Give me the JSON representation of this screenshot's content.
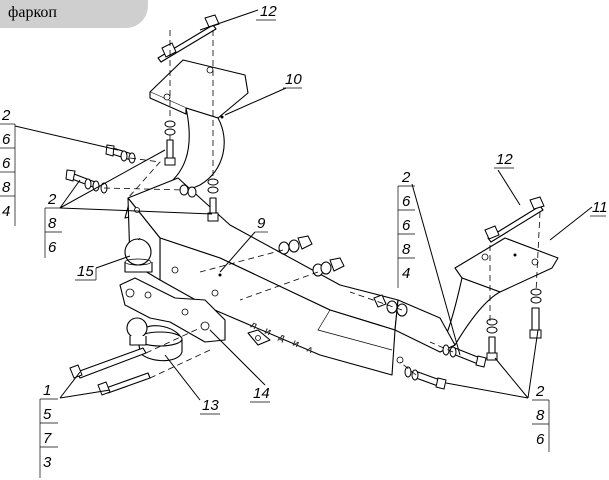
{
  "header": {
    "title": "фаркоп"
  },
  "part_marking": [
    "Л",
    "И",
    "Д",
    "И",
    "А"
  ],
  "callouts": {
    "c1": "1",
    "c2a": "2",
    "c2b": "2",
    "c2c": "2",
    "c2d": "2",
    "c3": "3",
    "c4a": "4",
    "c4b": "4",
    "c5": "5",
    "c6a": "6",
    "c6b": "6",
    "c6c": "6",
    "c6d": "6",
    "c6e": "6",
    "c6f": "6",
    "c7": "7",
    "c8a": "8",
    "c8b": "8",
    "c8c": "8",
    "c8d": "8",
    "c9": "9",
    "c10": "10",
    "c11": "11",
    "c12a": "12",
    "c12b": "12",
    "c13": "13",
    "c14": "14",
    "c15": "15"
  }
}
